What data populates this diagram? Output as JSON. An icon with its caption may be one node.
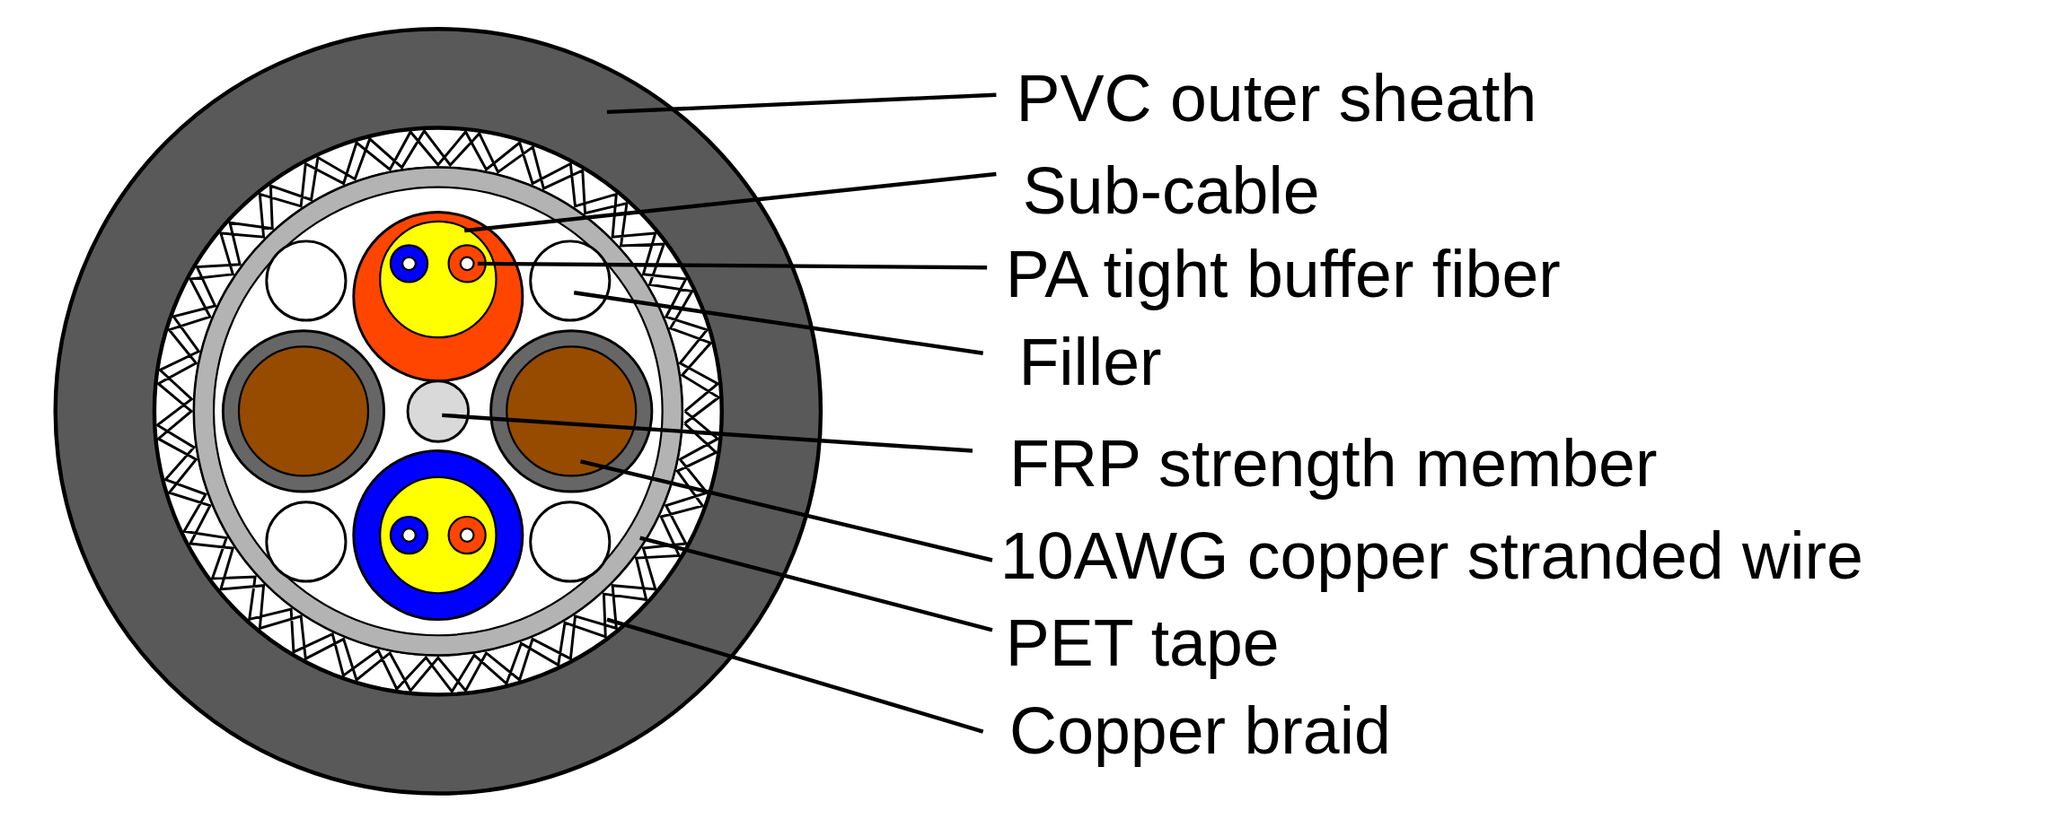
{
  "diagram": {
    "nodes": [
      {
        "text": [
          "PVC outer sheath"
        ]
      },
      {
        "text": [
          "Sub-cable"
        ]
      },
      {
        "text": [
          "PA tight buffer fiber"
        ]
      },
      {
        "text": [
          "Filler"
        ]
      },
      {
        "text": [
          "FRP strength member"
        ]
      },
      {
        "text": [
          "10AWG copper stranded wire"
        ]
      },
      {
        "text": [
          "PET tape"
        ]
      },
      {
        "text": [
          "Copper braid"
        ]
      },
      {
        "text": [],
        "shape": "circle"
      },
      {
        "text": [],
        "shape": "circle",
        "in": 14
      },
      {
        "text": [],
        "shape": "circle",
        "in": 9
      },
      {
        "text": [],
        "shape": "circle",
        "in": 14
      },
      {
        "text": [],
        "shape": "circle",
        "in": 14
      },
      {
        "text": [],
        "shape": "circle",
        "in": 14
      },
      {
        "text": [],
        "shape": "circle",
        "in": 15
      },
      {
        "text": [],
        "shape": "circle",
        "in": 8
      },
      {
        "text": [],
        "shape": "circle",
        "in": 14
      },
      {
        "text": [],
        "shape": "circle",
        "in": 14
      },
      {
        "text": [],
        "shape": "circle",
        "in": 14
      },
      {
        "text": [],
        "shape": "circle",
        "in": 14
      },
      {
        "text": [],
        "shape": "circle",
        "in": 14
      },
      {
        "text": [],
        "shape": "circle",
        "in": 9
      },
      {
        "text": [],
        "shape": "circle",
        "in": 20
      },
      {
        "text": [],
        "shape": "circle",
        "in": 20
      }
    ],
    "edges": [
      {
        "from": 0,
        "to": 8,
        "arrow": "none"
      },
      {
        "from": 1,
        "to": 9,
        "arrow": "none"
      },
      {
        "from": 2,
        "to": 21,
        "arrow": "none"
      },
      {
        "from": 3,
        "to": 11,
        "arrow": "none"
      },
      {
        "from": 4,
        "to": 12,
        "arrow": "none"
      },
      {
        "from": 5,
        "to": 13,
        "arrow": "none"
      },
      {
        "from": 6,
        "to": 14,
        "arrow": "none"
      },
      {
        "from": 7,
        "to": 15,
        "arrow": "none"
      }
    ]
  }
}
